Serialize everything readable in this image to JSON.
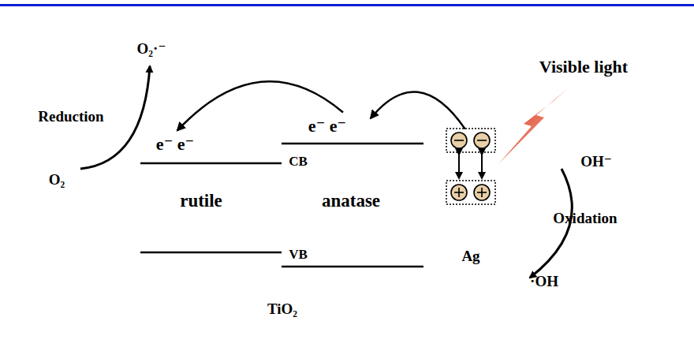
{
  "diagram": {
    "nodes": [
      {
        "text": [
          "e⁻ e⁻",
          "rutile"
        ]
      },
      {
        "text": [
          "e⁻ e⁻",
          "CB",
          "anatase",
          "VB"
        ]
      },
      {
        "text": [
          "Ag"
        ]
      }
    ],
    "edges": [
      {
        "from": 1,
        "to": 0,
        "arrow": "to"
      },
      {
        "from": 2,
        "to": 1,
        "arrow": "to"
      }
    ],
    "labels": [
      "O₂·⁻",
      "Reduction",
      "O₂",
      "TiO₂",
      "Visible light",
      "OH⁻",
      "Oxidation",
      "·OH"
    ]
  }
}
